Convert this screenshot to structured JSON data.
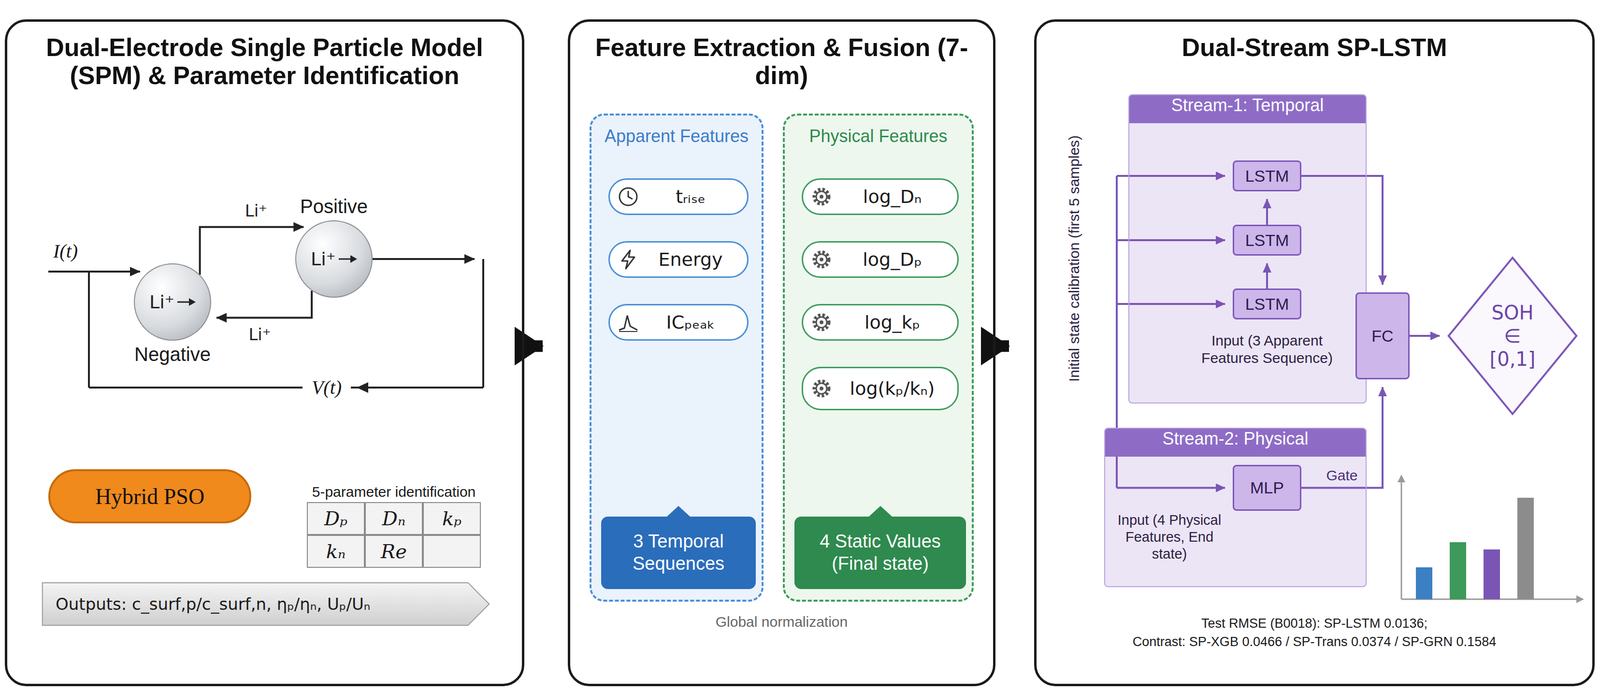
{
  "diagram": {
    "nodes": [
      {
        "text": [
          "Dual-Electrode Single Particle Model (SPM) & Parameter Identification"
        ]
      },
      {
        "text": [
          "Li⁺",
          "Negative"
        ],
        "in": 0
      },
      {
        "text": [
          "Li⁺",
          "Positive"
        ],
        "in": 0
      },
      {
        "text": [
          "Hybrid PSO"
        ],
        "in": 0
      },
      {
        "text": [
          "5-parameter identification",
          "Dₚ",
          "Dₙ",
          "kₚ",
          "kₙ",
          "Re"
        ],
        "in": 0
      },
      {
        "text": [
          "Outputs: c_surf,p/c_surf,n, ηₚ/ηₙ, Uₚ/Uₙ"
        ],
        "in": 0
      },
      {
        "text": [
          "Feature Extraction & Fusion (7-dim)"
        ]
      },
      {
        "text": [
          "Apparent Features"
        ],
        "in": 6
      },
      {
        "text": [
          "tᵣᵢₛₑ"
        ],
        "in": 7
      },
      {
        "text": [
          "Energy"
        ],
        "in": 7
      },
      {
        "text": [
          "ICₚₑₐₖ"
        ],
        "in": 7
      },
      {
        "text": [
          "3 Temporal Sequences"
        ],
        "in": 7
      },
      {
        "text": [
          "Physical Features"
        ],
        "in": 6
      },
      {
        "text": [
          "log_Dₙ"
        ],
        "in": 12
      },
      {
        "text": [
          "log_Dₚ"
        ],
        "in": 12
      },
      {
        "text": [
          "log_kₚ"
        ],
        "in": 12
      },
      {
        "text": [
          "log(kₚ/kₙ)"
        ],
        "in": 12
      },
      {
        "text": [
          "4 Static Values (Final state)"
        ],
        "in": 12
      },
      {
        "text": [
          "Dual-Stream SP-LSTM"
        ]
      },
      {
        "text": [
          "Stream-1: Temporal",
          "Input (3 Apparent Features Sequence)"
        ],
        "in": 18
      },
      {
        "text": [
          "LSTM"
        ],
        "in": 19
      },
      {
        "text": [
          "LSTM"
        ],
        "in": 19
      },
      {
        "text": [
          "LSTM"
        ],
        "in": 19
      },
      {
        "text": [
          "Stream-2: Physical",
          "Input (4 Physical Features, End state)"
        ],
        "in": 18
      },
      {
        "text": [
          "MLP"
        ],
        "in": 23
      },
      {
        "text": [
          "FC"
        ],
        "in": 18
      },
      {
        "text": [
          "SOH ∈ [0,1]"
        ],
        "in": 18
      }
    ],
    "edges": [
      {
        "from": 0,
        "to": 6,
        "arrow": "to"
      },
      {
        "from": 6,
        "to": 18,
        "arrow": "to"
      },
      {
        "from": 1,
        "to": 2,
        "label": "Li⁺",
        "arrow": "to"
      },
      {
        "from": 2,
        "to": 1,
        "label": "Li⁺",
        "arrow": "to"
      },
      {
        "from": 22,
        "to": 21,
        "arrow": "to"
      },
      {
        "from": 21,
        "to": 20,
        "arrow": "to"
      },
      {
        "from": 20,
        "to": 25,
        "arrow": "to"
      },
      {
        "from": 24,
        "to": 25,
        "label": "Gate",
        "arrow": "to"
      },
      {
        "from": 25,
        "to": 26,
        "arrow": "to"
      }
    ],
    "labels": [
      "I(t)",
      "V(t)",
      "Global normalization",
      "Initial state calibration (first 5 samples)",
      "Test RMSE (B0018): SP-LSTM 0.0136;",
      "Contrast: SP-XGB 0.0466 / SP-Trans 0.0374 / SP-GRN 0.1584"
    ]
  }
}
